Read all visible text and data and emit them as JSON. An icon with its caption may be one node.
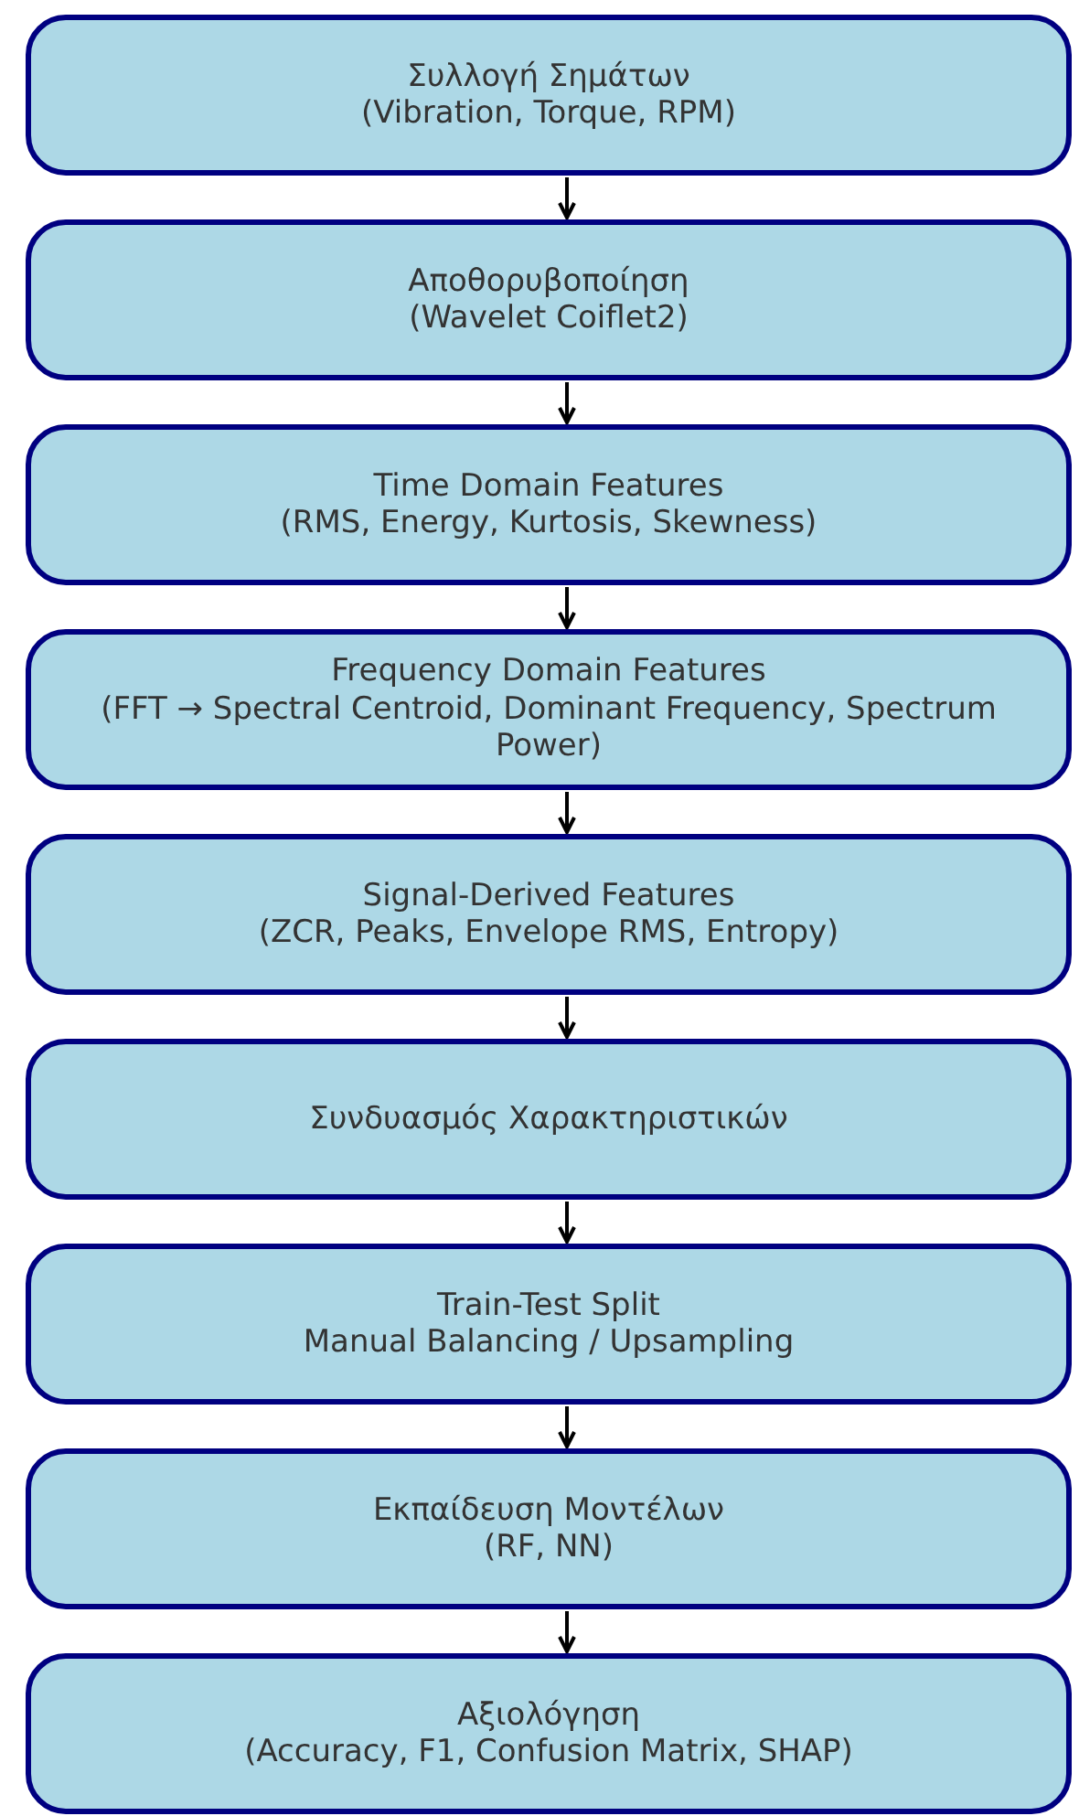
{
  "diagram": {
    "nodes": [
      {
        "text": [
          "Συλλογή Σημάτων",
          "(Vibration, Torque, RPM)"
        ]
      },
      {
        "text": [
          "Αποθορυβοποίηση",
          "(Wavelet Coiflet2)"
        ]
      },
      {
        "text": [
          "Time Domain Features",
          "(RMS, Energy, Kurtosis, Skewness)"
        ]
      },
      {
        "text": [
          "Frequency Domain Features",
          "(FFT → Spectral Centroid, Dominant Frequency, Spectrum Power)"
        ]
      },
      {
        "text": [
          "Signal-Derived Features",
          "(ZCR, Peaks, Envelope RMS, Entropy)"
        ]
      },
      {
        "text": [
          "Συνδυασμός Χαρακτηριστικών"
        ]
      },
      {
        "text": [
          "Train-Test Split",
          "Manual Balancing / Upsampling"
        ]
      },
      {
        "text": [
          "Εκπαίδευση Μοντέλων",
          "(RF, NN)"
        ]
      },
      {
        "text": [
          "Αξιολόγηση",
          "(Accuracy, F1, Confusion Matrix, SHAP)"
        ]
      }
    ],
    "edges": [
      {
        "from": 0,
        "to": 1,
        "arrow": "to"
      },
      {
        "from": 1,
        "to": 2,
        "arrow": "to"
      },
      {
        "from": 2,
        "to": 3,
        "arrow": "to"
      },
      {
        "from": 3,
        "to": 4,
        "arrow": "to"
      },
      {
        "from": 4,
        "to": 5,
        "arrow": "to"
      },
      {
        "from": 5,
        "to": 6,
        "arrow": "to"
      },
      {
        "from": 6,
        "to": 7,
        "arrow": "to"
      },
      {
        "from": 7,
        "to": 8,
        "arrow": "to"
      }
    ]
  }
}
